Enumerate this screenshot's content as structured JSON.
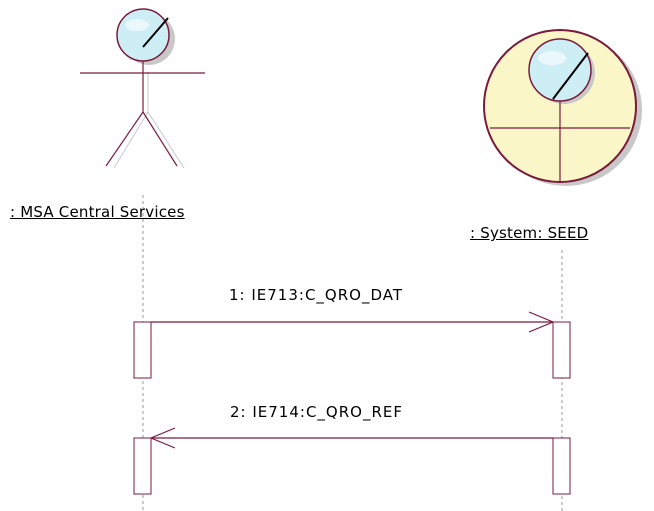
{
  "participants": [
    {
      "label": ": MSA Central Services",
      "kind": "actor"
    },
    {
      "label": ": System: SEED",
      "kind": "boundary-actor"
    }
  ],
  "messages": [
    {
      "label": "1: IE713:C_QRO_DAT",
      "from": 0,
      "to": 1
    },
    {
      "label": "2: IE714:C_QRO_REF",
      "from": 1,
      "to": 0
    }
  ],
  "colors": {
    "line": "#7a1b3c",
    "head_fill": "#cdeef5",
    "boundary_fill": "#fbf6c8",
    "shadow": "#c8c8c8",
    "lifeline": "#9a9a9a"
  }
}
